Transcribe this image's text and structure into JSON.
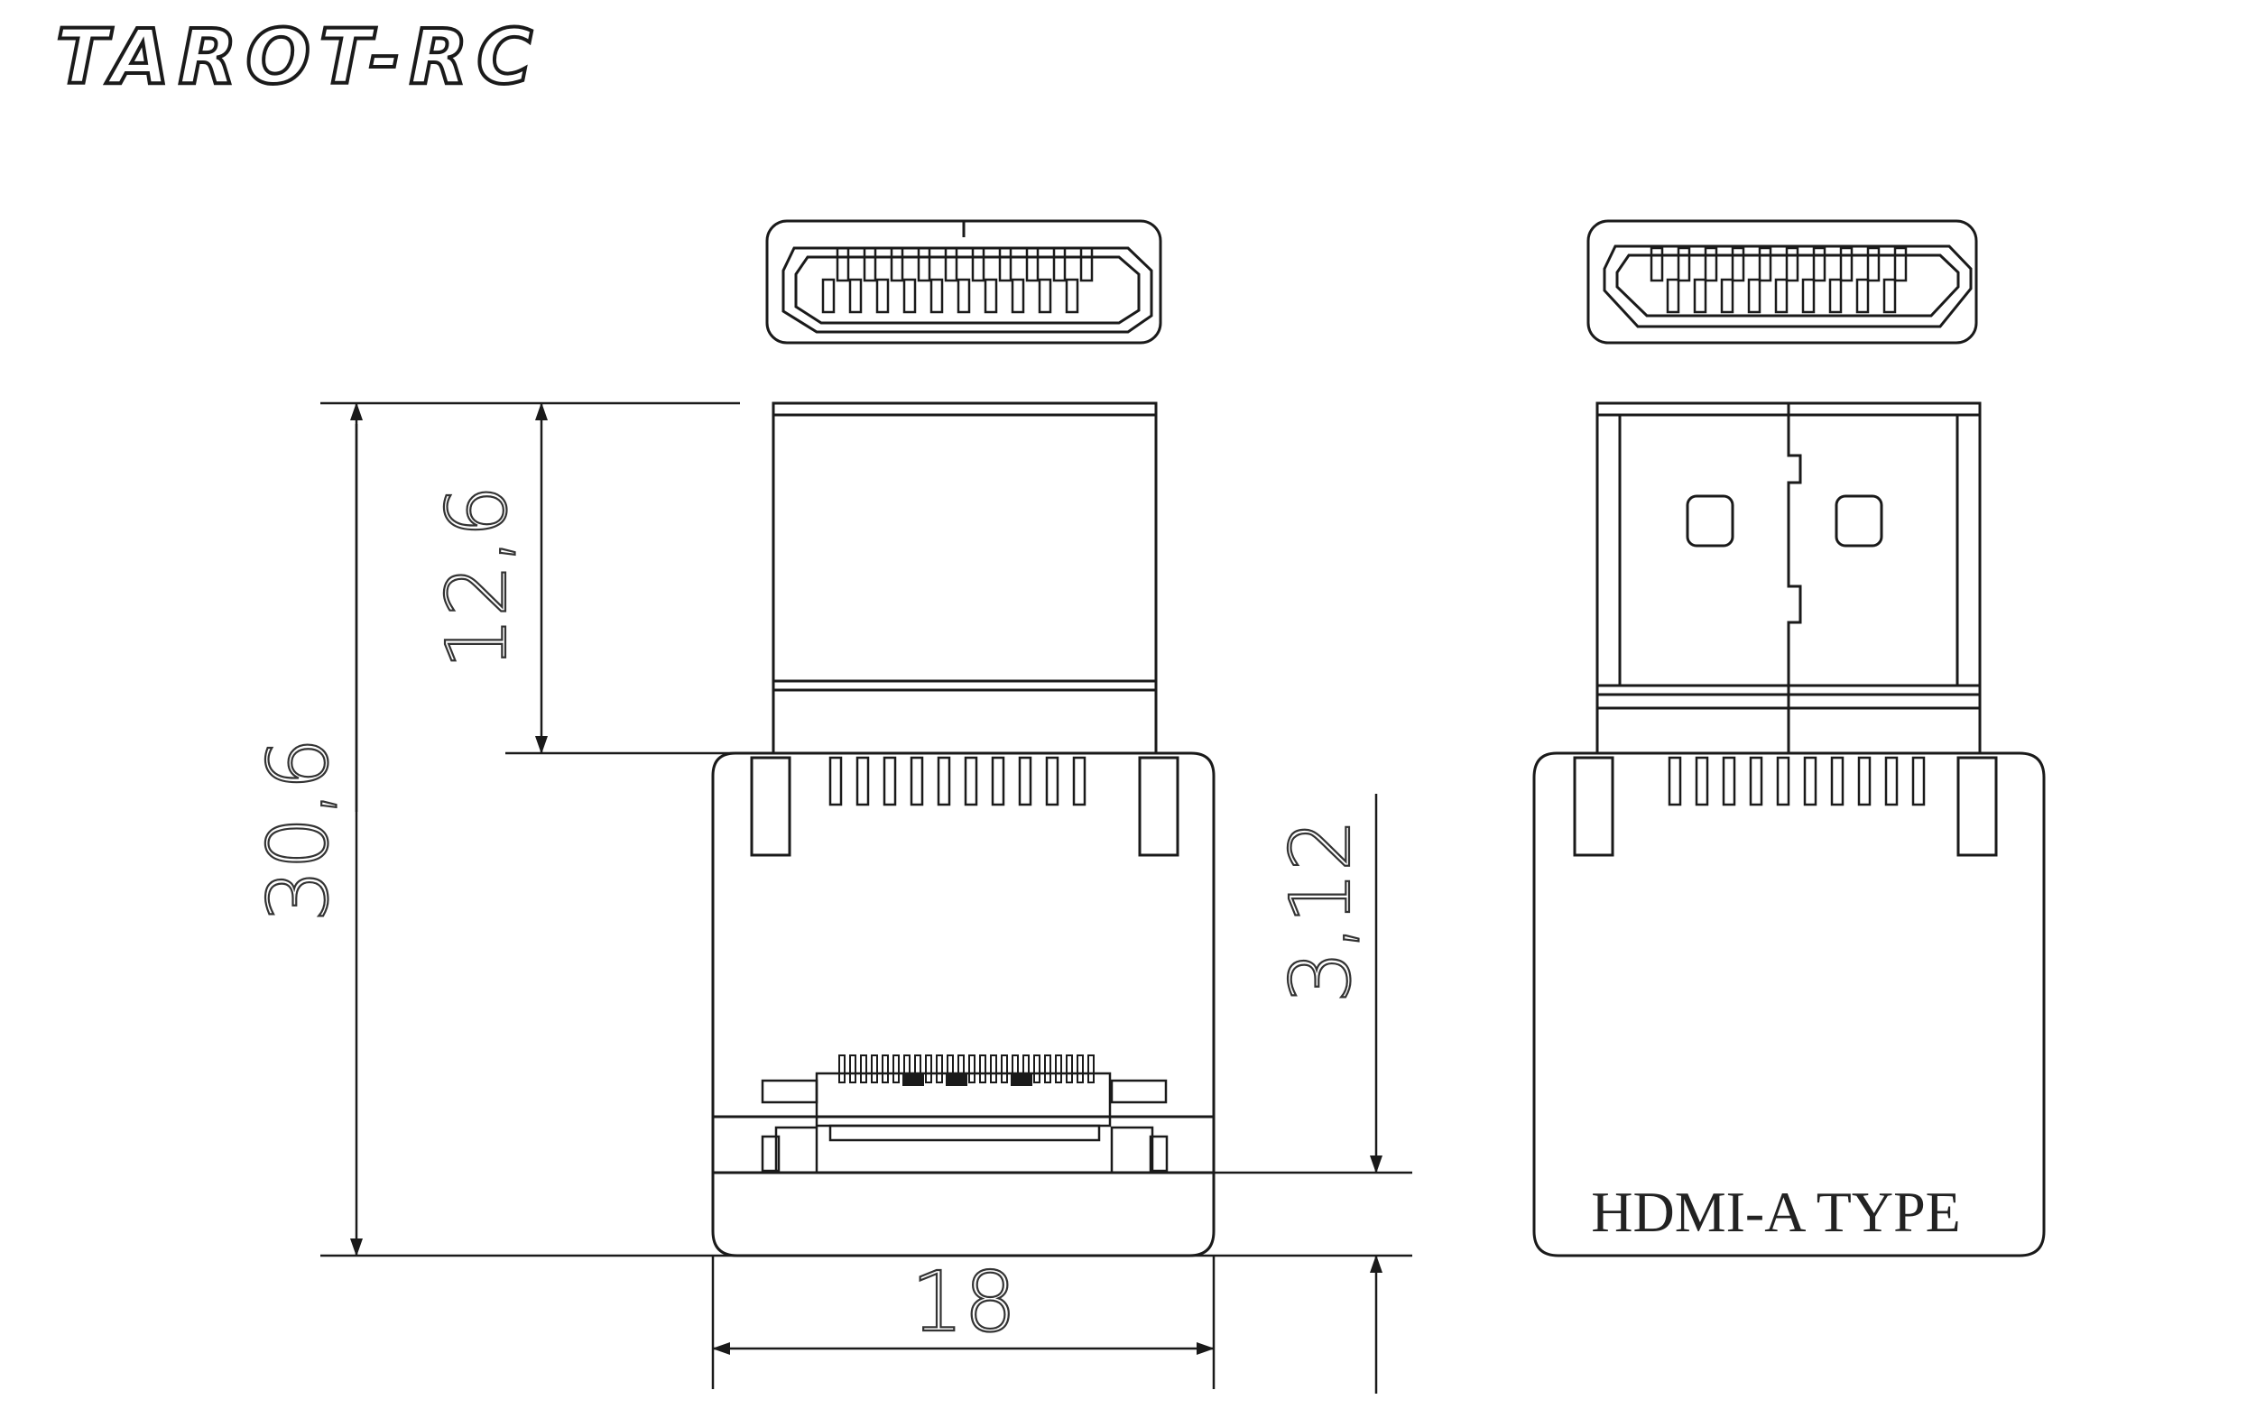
{
  "brand": {
    "logo": "TAROT-RC"
  },
  "dimensions": {
    "total_height": "30,6",
    "plug_height": "12,6",
    "base_thickness": "3,12",
    "width": "18"
  },
  "labels": {
    "connector_type": "HDMI-A TYPE"
  },
  "colors": {
    "line": "#1a1a1a",
    "dimension": "#333333",
    "background": "#ffffff"
  }
}
